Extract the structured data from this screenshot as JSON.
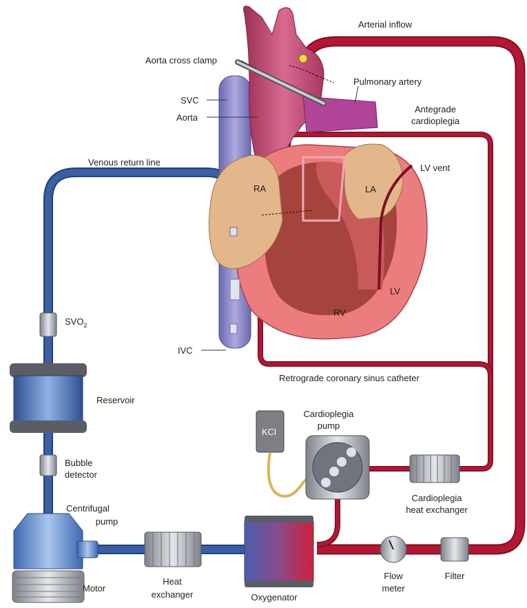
{
  "labels": {
    "arterial_inflow": "Arterial inflow",
    "aorta_cross_clamp": "Aorta cross clamp",
    "pulmonary_artery": "Pulmonary artery",
    "svc": "SVC",
    "aorta": "Aorta",
    "antegrade_1": "Antegrade",
    "antegrade_2": "cardioplegia",
    "venous_return_line": "Venous return line",
    "lv_vent": "LV vent",
    "ra": "RA",
    "la": "LA",
    "lv": "LV",
    "rv": "RV",
    "svo2_main": "SVO",
    "svo2_sub": "2",
    "ivc": "IVC",
    "retrograde": "Retrograde coronary sinus catheter",
    "reservoir": "Reservoir",
    "kcl": "KCl",
    "cardioplegia_pump_1": "Cardioplegia",
    "cardioplegia_pump_2": "pump",
    "bubble_detector_1": "Bubble",
    "bubble_detector_2": "detector",
    "cp_heat_exchanger_1": "Cardioplegia",
    "cp_heat_exchanger_2": "heat exchanger",
    "centrifugal_pump_1": "Centrifugal",
    "centrifugal_pump_2": "pump",
    "motor": "Motor",
    "heat_exchanger_1": "Heat",
    "heat_exchanger_2": "exchanger",
    "oxygenator": "Oxygenator",
    "flow_meter_1": "Flow",
    "flow_meter_2": "meter",
    "filter": "Filter"
  },
  "colors": {
    "venous": "#3b5fa3",
    "arterial": "#b01835",
    "aorta": "#c0456e",
    "svc_ivc": "#8a86c8",
    "pulmonary": "#b2449a",
    "atrium": "#e4b68b",
    "ventricle_outer": "#ec7d7e",
    "ventricle_inner": "#a5443c",
    "metal": "#c9ccd2"
  }
}
